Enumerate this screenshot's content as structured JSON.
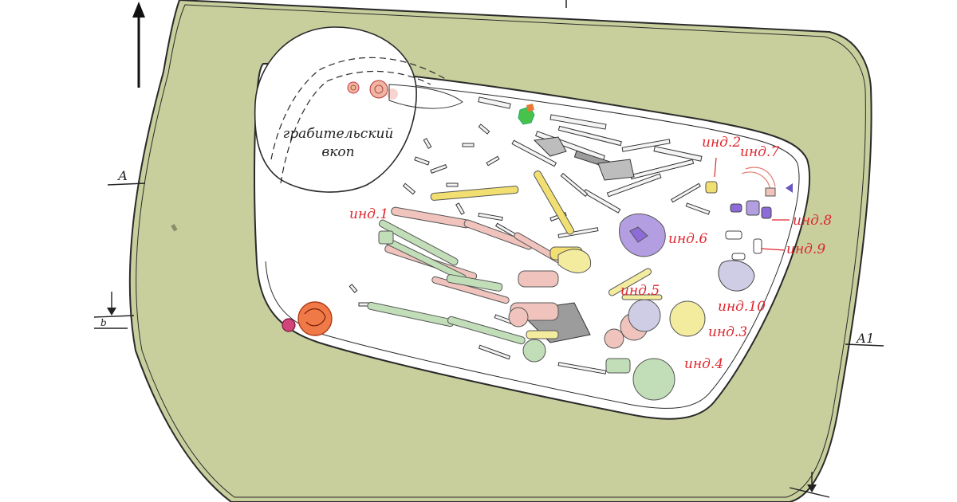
{
  "colors": {
    "fill": "#c8cf9d",
    "outline": "#2a2a2a",
    "red_label": "#e0262d",
    "ind1": "#f0c4bd",
    "ind2": "#f2df72",
    "ind3": "#f3ec9f",
    "ind4": "#c1deb8",
    "ind5": "#cfcde6",
    "ind6": "#b49ee2",
    "ind8": "#8d6bd8",
    "orange_vessel": "#f07a47",
    "magenta_vessel": "#d2457a",
    "green_object": "#47c24a"
  },
  "labels": {
    "robbery_pit_line1": "грабительский",
    "robbery_pit_line2": "вкоп",
    "section_a": "А",
    "section_a1": "А1",
    "section_b": "b",
    "ind1": "инд.1",
    "ind2": "инд.2",
    "ind3": "инд.3",
    "ind4": "инд.4",
    "ind5": "инд.5",
    "ind6": "инд.6",
    "ind7": "инд.7",
    "ind8": "инд.8",
    "ind9": "инд.9",
    "ind10": "инд.10"
  }
}
